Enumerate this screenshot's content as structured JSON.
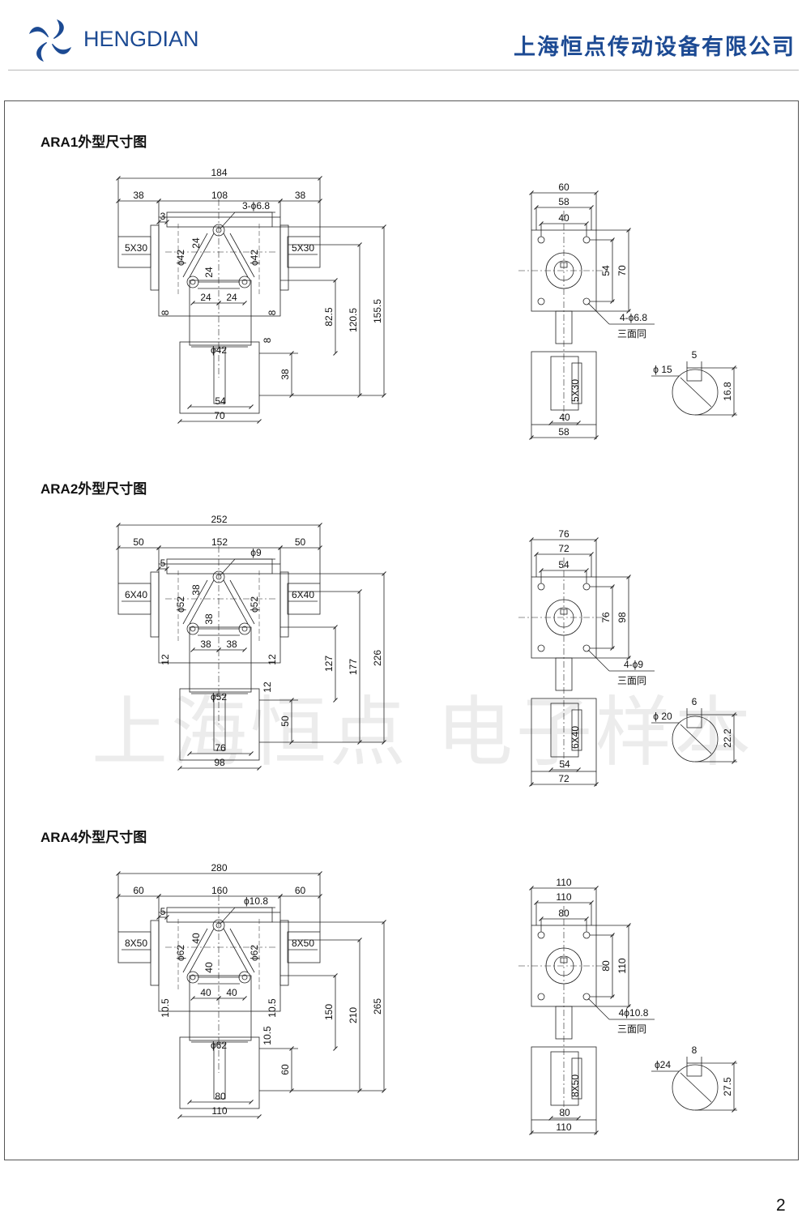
{
  "header": {
    "brand": "HENGDIAN",
    "company": "上海恒点传动设备有限公司"
  },
  "watermark": "上海恒点 电子样本",
  "page_number": "2",
  "sections": [
    {
      "title": "ARA1外型尺寸图",
      "front": {
        "overall": "184",
        "side_left": "38",
        "middle": "108",
        "side_right": "38",
        "offset": "3",
        "hole": "3-ϕ6.8",
        "key_left": "5X30",
        "key_right": "5X30",
        "dia_left": "ϕ42",
        "dia_right": "ϕ42",
        "v1": "24",
        "v2": "24",
        "h1": "24",
        "h2": "24",
        "flange_left": "8",
        "flange_right": "8",
        "base_dia": "ϕ42",
        "base_gap": "8",
        "base_w1": "54",
        "base_w2": "70",
        "ht_base": "38",
        "ht_1": "82.5",
        "ht_2": "120.5",
        "ht_3": "155.5"
      },
      "side": {
        "w1": "60",
        "w2": "58",
        "w3": "40",
        "v1": "54",
        "v2": "70",
        "holes": "4-ϕ6.8",
        "note": "三面同",
        "key": "5X30",
        "base_w1": "40",
        "base_w2": "58"
      },
      "shaft": {
        "dia": "ϕ 15",
        "key": "5",
        "height": "16.8"
      }
    },
    {
      "title": "ARA2外型尺寸图",
      "front": {
        "overall": "252",
        "side_left": "50",
        "middle": "152",
        "side_right": "50",
        "offset": "5",
        "hole": "ϕ9",
        "key_left": "6X40",
        "key_right": "6X40",
        "dia_left": "ϕ52",
        "dia_right": "ϕ52",
        "v1": "38",
        "v2": "38",
        "h1": "38",
        "h2": "38",
        "flange_left": "12",
        "flange_right": "12",
        "base_dia": "ϕ52",
        "base_gap": "12",
        "base_w1": "76",
        "base_w2": "98",
        "ht_base": "50",
        "ht_1": "127",
        "ht_2": "177",
        "ht_3": "226"
      },
      "side": {
        "w1": "76",
        "w2": "72",
        "w3": "54",
        "v1": "76",
        "v2": "98",
        "holes": "4-ϕ9",
        "note": "三面同",
        "key": "6X40",
        "base_w1": "54",
        "base_w2": "72"
      },
      "shaft": {
        "dia": "ϕ 20",
        "key": "6",
        "height": "22.2"
      }
    },
    {
      "title": "ARA4外型尺寸图",
      "front": {
        "overall": "280",
        "side_left": "60",
        "middle": "160",
        "side_right": "60",
        "offset": "5",
        "hole": "ϕ10.8",
        "key_left": "8X50",
        "key_right": "8X50",
        "dia_left": "ϕ62",
        "dia_right": "ϕ62",
        "v1": "40",
        "v2": "40",
        "h1": "40",
        "h2": "40",
        "flange_left": "10.5",
        "flange_right": "10.5",
        "base_dia": "ϕ62",
        "base_gap": "10.5",
        "base_w1": "80",
        "base_w2": "110",
        "ht_base": "60",
        "ht_1": "150",
        "ht_2": "210",
        "ht_3": "265"
      },
      "side": {
        "w1": "110",
        "w2": "110",
        "w3": "80",
        "v1": "80",
        "v2": "110",
        "holes": "4ϕ10.8",
        "note": "三面同",
        "key": "8X50",
        "base_w1": "80",
        "base_w2": "110"
      },
      "shaft": {
        "dia": "ϕ24",
        "key": "8",
        "height": "27.5"
      }
    }
  ]
}
